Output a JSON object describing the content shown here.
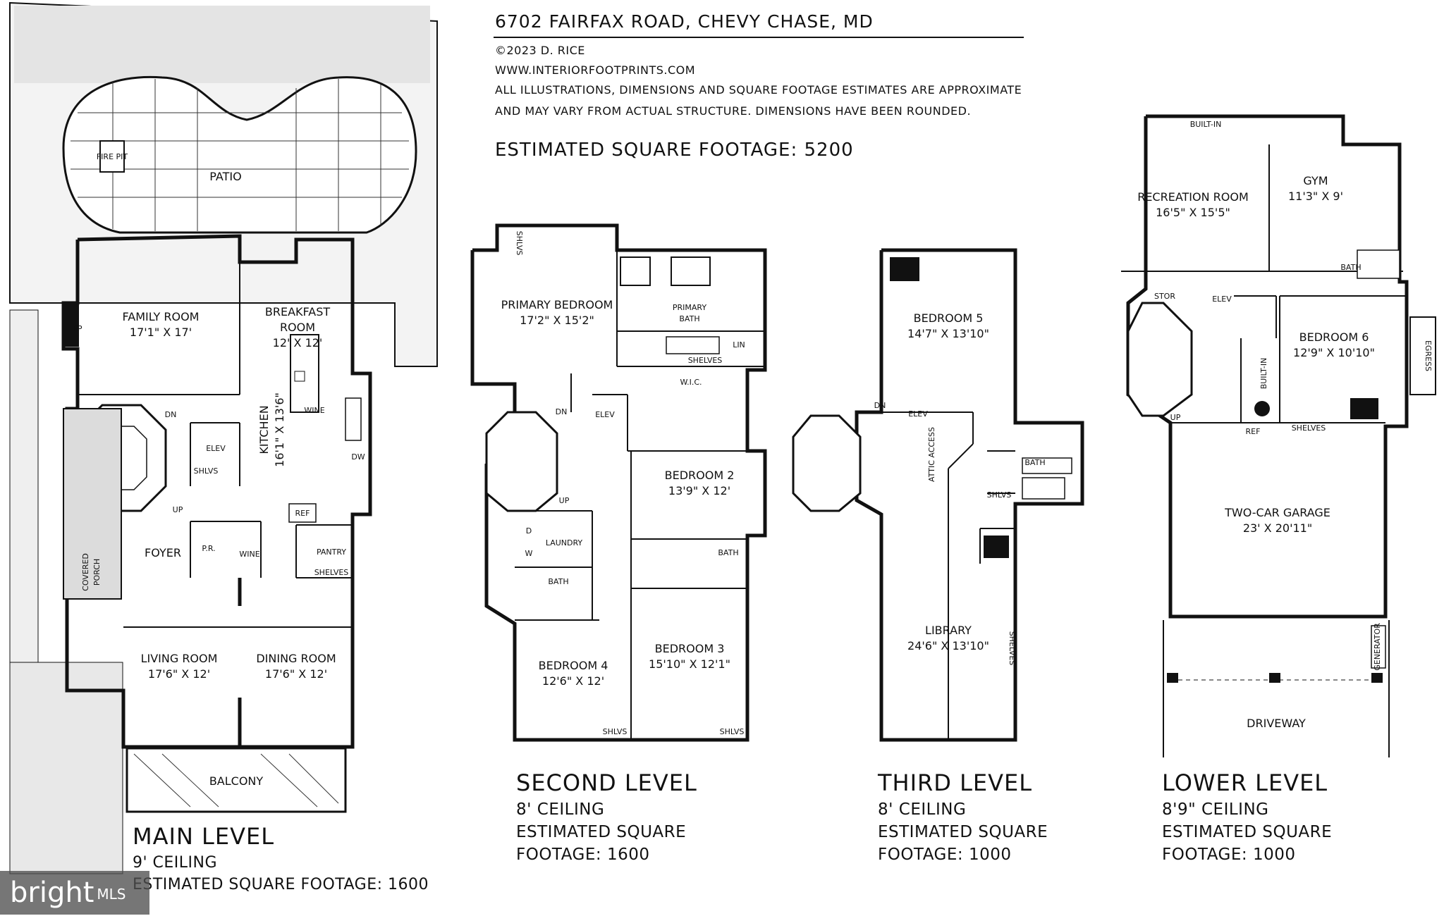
{
  "header": {
    "address": "6702 FAIRFAX ROAD, CHEVY CHASE, MD",
    "copyright": "©2023 D. RICE",
    "website": "WWW.INTERIORFOOTPRINTS.COM",
    "disclaimer_1": "ALL ILLUSTRATIONS, DIMENSIONS AND SQUARE FOOTAGE ESTIMATES ARE APPROXIMATE",
    "disclaimer_2": "AND MAY VARY FROM ACTUAL STRUCTURE. DIMENSIONS HAVE BEEN ROUNDED.",
    "total_sqft": "ESTIMATED SQUARE FOOTAGE: 5200"
  },
  "levels": {
    "main": {
      "name": "MAIN LEVEL",
      "line1": "9' CEILING",
      "line2": "ESTIMATED SQUARE FOOTAGE: 1600"
    },
    "second": {
      "name": "SECOND LEVEL",
      "line1": "8' CEILING",
      "line2": "ESTIMATED SQUARE",
      "line3": "FOOTAGE: 1600"
    },
    "third": {
      "name": "THIRD LEVEL",
      "line1": "8' CEILING",
      "line2": "ESTIMATED SQUARE",
      "line3": "FOOTAGE: 1000"
    },
    "lower": {
      "name": "LOWER LEVEL",
      "line1": "8'9\" CEILING",
      "line2": "ESTIMATED SQUARE",
      "line3": "FOOTAGE: 1000"
    }
  },
  "main_rooms": {
    "patio": "PATIO",
    "fire_pit": "FIRE PIT",
    "family_room": "FAMILY ROOM",
    "family_room_dim": "17'1\" X 17'",
    "breakfast_room": "BREAKFAST",
    "breakfast_room_2": "ROOM",
    "breakfast_dim": "12' X 12'",
    "kitchen": "KITCHEN",
    "kitchen_dim": "16'1\" X 13'6\"",
    "wine": "WINE",
    "elev": "ELEV",
    "shlvs": "SHLVS",
    "fp": "FP",
    "dn": "DN",
    "up": "UP",
    "dw": "DW",
    "ref": "REF",
    "foyer": "FOYER",
    "pr": "P.R.",
    "pantry": "PANTRY",
    "shelves": "SHELVES",
    "covered_porch_1": "COVERED",
    "covered_porch_2": "PORCH",
    "living_room": "LIVING ROOM",
    "living_room_dim": "17'6\" X 12'",
    "dining_room": "DINING ROOM",
    "dining_room_dim": "17'6\" X 12'",
    "balcony": "BALCONY"
  },
  "second_rooms": {
    "primary_bedroom": "PRIMARY BEDROOM",
    "primary_bedroom_dim": "17'2\" X 15'2\"",
    "primary_bath_1": "PRIMARY",
    "primary_bath_2": "BATH",
    "lin": "LIN",
    "shelves": "SHELVES",
    "wic": "W.I.C.",
    "shlvs": "SHLVS",
    "elev": "ELEV",
    "dn": "DN",
    "up": "UP",
    "bedroom2": "BEDROOM 2",
    "bedroom2_dim": "13'9\" X 12'",
    "laundry": "LAUNDRY",
    "d": "D",
    "w": "W",
    "bath": "BATH",
    "bedroom3": "BEDROOM 3",
    "bedroom3_dim": "15'10\" X 12'1\"",
    "bedroom4": "BEDROOM 4",
    "bedroom4_dim": "12'6\" X 12'"
  },
  "third_rooms": {
    "bedroom5": "BEDROOM 5",
    "bedroom5_dim": "14'7\" X 13'10\"",
    "elev": "ELEV",
    "dn": "DN",
    "attic_access": "ATTIC ACCESS",
    "bath": "BATH",
    "shlvs": "SHLVS",
    "shelves": "SHELVES",
    "library": "LIBRARY",
    "library_dim": "24'6\" X 13'10\""
  },
  "lower_rooms": {
    "built_in": "BUILT-IN",
    "recreation_room": "RECREATION ROOM",
    "recreation_room_dim": "16'5\" X 15'5\"",
    "gym": "GYM",
    "gym_dim": "11'3\" X 9'",
    "bath": "BATH",
    "stor": "STOR",
    "elev": "ELEV",
    "bedroom6": "BEDROOM 6",
    "bedroom6_dim": "12'9\" X 10'10\"",
    "egress": "EGRESS",
    "up": "UP",
    "built_in_v": "BUILT-IN",
    "ref": "REF",
    "shelves": "SHELVES",
    "garage": "TWO-CAR GARAGE",
    "garage_dim": "23' X 20'11\"",
    "generator": "GENERATOR",
    "driveway": "DRIVEWAY"
  },
  "watermark": {
    "brand": "bright",
    "suffix": "MLS"
  }
}
